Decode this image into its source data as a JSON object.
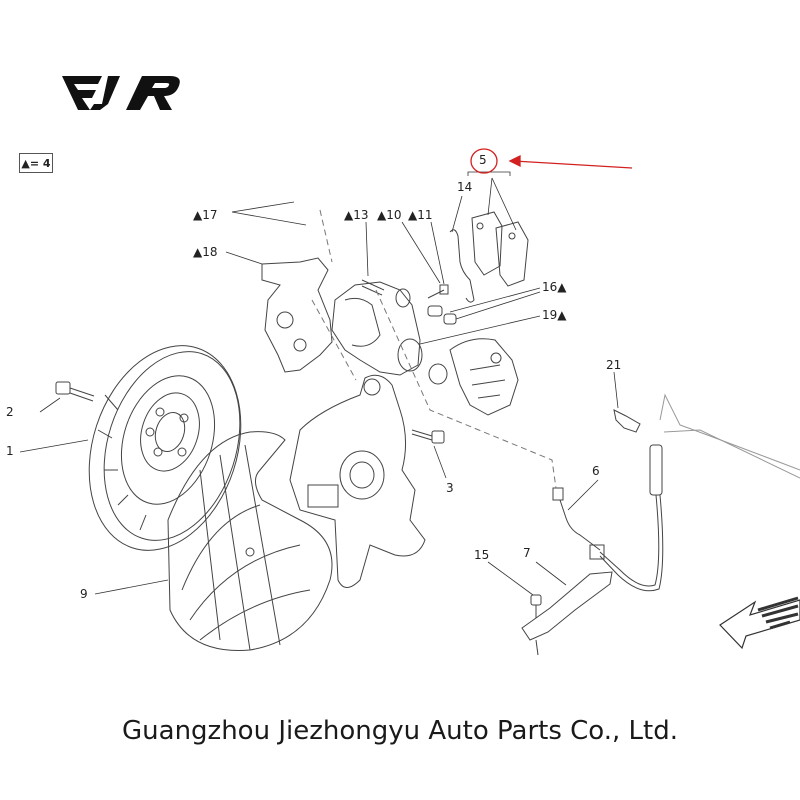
{
  "logo": {
    "text": "EJR"
  },
  "legend": {
    "text": "▲= 4"
  },
  "callouts": {
    "c1": "1",
    "c2": "2",
    "c3": "3",
    "c5": "5",
    "c6": "6",
    "c7": "7",
    "c9": "9",
    "c10": "▲10",
    "c11": "▲11",
    "c13": "▲13",
    "c14": "14",
    "c15": "15",
    "c16": "16▲",
    "c17": "▲17",
    "c18": "▲18",
    "c19": "19▲",
    "c21": "21"
  },
  "footer": {
    "company": "Guangzhou Jiezhongyu Auto Parts Co., Ltd."
  },
  "colors": {
    "highlight": "#d32020",
    "line": "#444444"
  }
}
